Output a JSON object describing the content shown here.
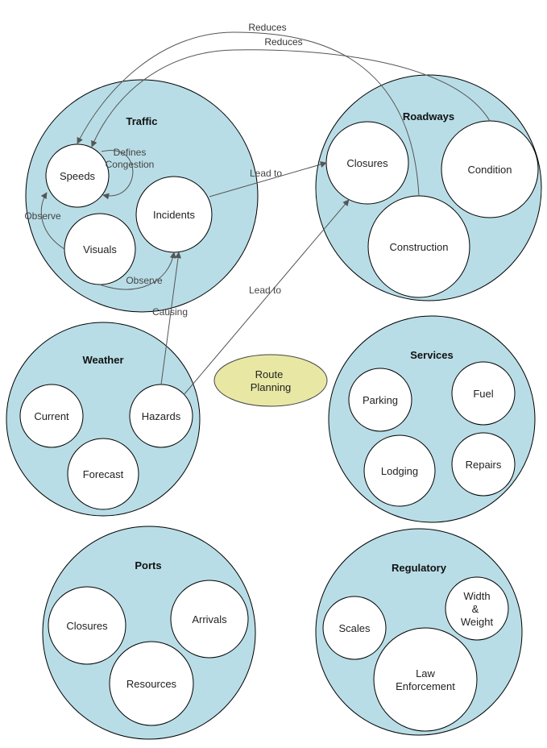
{
  "center": {
    "label_line1": "Route",
    "label_line2": "Planning"
  },
  "traffic": {
    "title": "Traffic",
    "speeds": "Speeds",
    "visuals": "Visuals",
    "incidents": "Incidents"
  },
  "roadways": {
    "title": "Roadways",
    "closures": "Closures",
    "condition": "Condition",
    "construction": "Construction"
  },
  "weather": {
    "title": "Weather",
    "current": "Current",
    "hazards": "Hazards",
    "forecast": "Forecast"
  },
  "services": {
    "title": "Services",
    "parking": "Parking",
    "fuel": "Fuel",
    "lodging": "Lodging",
    "repairs": "Repairs"
  },
  "ports": {
    "title": "Ports",
    "closures": "Closures",
    "arrivals": "Arrivals",
    "resources": "Resources"
  },
  "regulatory": {
    "title": "Regulatory",
    "scales": "Scales",
    "width_line1": "Width",
    "width_line2": "&",
    "width_line3": "Weight",
    "law_line1": "Law",
    "law_line2": "Enforcement"
  },
  "edges": {
    "reduces_top": "Reduces",
    "reduces_second": "Reduces",
    "defines_line1": "Defines",
    "defines_line2": "Congestion",
    "observe_left": "Observe",
    "observe_bottom": "Observe",
    "lead_to_incidents": "Lead to",
    "lead_to_hazards": "Lead to",
    "causing": "Causing"
  },
  "colors": {
    "group_fill": "#b8dde6",
    "center_fill": "#e8e8a4",
    "node_fill": "#ffffff"
  }
}
